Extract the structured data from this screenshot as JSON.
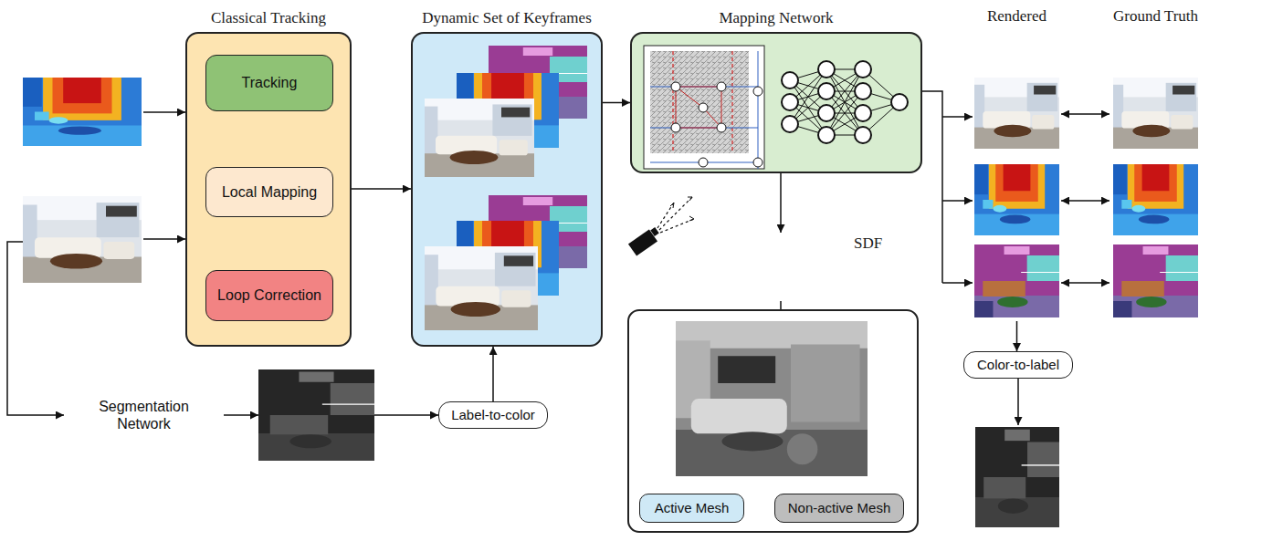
{
  "diagram": {
    "nodes": [
      {
        "text": [
          "Classical Tracking"
        ]
      },
      {
        "text": [
          "Tracking"
        ],
        "in": 0
      },
      {
        "text": [
          "Local Mapping"
        ],
        "in": 0
      },
      {
        "text": [
          "Loop Correction"
        ],
        "in": 0
      },
      {
        "text": [
          "Dynamic Set of Keyframes"
        ]
      },
      {
        "text": [
          "Mapping Network"
        ]
      },
      {
        "text": [
          "SDF"
        ]
      },
      {
        "text": [
          "Active Mesh"
        ]
      },
      {
        "text": [
          "Non-active Mesh"
        ]
      },
      {
        "text": [
          "Rendered"
        ]
      },
      {
        "text": [
          "Ground Truth"
        ]
      },
      {
        "text": [
          "Segmentation Network"
        ]
      },
      {
        "text": [
          "Label-to-color"
        ]
      },
      {
        "text": [
          "Color-to-label"
        ]
      }
    ],
    "edges": [
      {
        "from": 1,
        "to": 2,
        "arrow": "to"
      },
      {
        "from": 2,
        "to": 3,
        "arrow": "to"
      },
      {
        "from": 0,
        "to": 4,
        "arrow": "to"
      },
      {
        "from": 4,
        "to": 5,
        "arrow": "to"
      },
      {
        "from": 12,
        "to": 4,
        "arrow": "to"
      },
      {
        "from": 5,
        "to": 6,
        "arrow": "to"
      },
      {
        "from": 5,
        "to": 9,
        "arrow": "to"
      },
      {
        "from": 9,
        "to": 10,
        "arrow": "both"
      },
      {
        "from": 9,
        "to": 10,
        "arrow": "both"
      },
      {
        "from": 9,
        "to": 10,
        "arrow": "both"
      },
      {
        "from": 9,
        "to": 13,
        "arrow": "to"
      }
    ]
  }
}
